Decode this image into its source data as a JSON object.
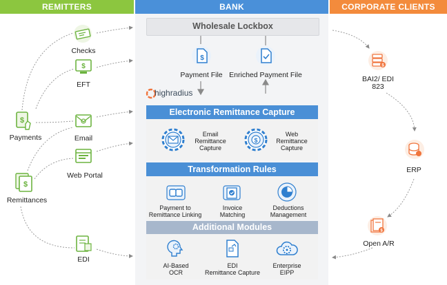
{
  "columns": {
    "remitters": "REMITTERS",
    "bank": "BANK",
    "corporate": "CORPORATE CLIENTS"
  },
  "colors": {
    "remitters": "#8cc63f",
    "bank": "#4a90d9",
    "corporate": "#f38b3c",
    "section_bar": "#4a8fd6",
    "section_bar_grey": "#a7b7cc",
    "icon_green": "#6cb33f",
    "icon_blue": "#2f7fcf",
    "icon_orange": "#f0743c"
  },
  "remitters": {
    "payments": "Payments",
    "remittances": "Remittances",
    "channels": {
      "checks": "Checks",
      "eft": "EFT",
      "email": "Email",
      "web_portal": "Web Portal",
      "edi": "EDI"
    }
  },
  "bank": {
    "lockbox": "Wholesale Lockbox",
    "payment_file": "Payment File",
    "enriched_payment_file": "Enriched Payment File",
    "brand": "highradius",
    "erc": {
      "title": "Electronic Remittance Capture",
      "items": [
        [
          "Email",
          "Remittance",
          "Capture"
        ],
        [
          "Web",
          "Remittance",
          "Capture"
        ]
      ]
    },
    "transformation": {
      "title": "Transformation Rules",
      "items": [
        [
          "Payment to",
          "Remittance Linking"
        ],
        [
          "Invoice",
          "Matching"
        ],
        [
          "Deductions",
          "Management"
        ]
      ]
    },
    "modules": {
      "title": "Additional Modules",
      "items": [
        [
          "AI-Based",
          "OCR"
        ],
        [
          "EDI",
          "Remittance Capture"
        ],
        [
          "Enterprise",
          "EIPP"
        ]
      ]
    }
  },
  "corporate": {
    "bai2": [
      "BAI2/ EDI",
      "823"
    ],
    "erp": "ERP",
    "open_ar": "Open A/R"
  },
  "icons": [
    "checks-icon",
    "eft-icon",
    "email-icon",
    "web-portal-icon",
    "edi-icon",
    "payments-icon",
    "remittances-icon",
    "document-dollar-icon",
    "document-check-icon",
    "gear-email-icon",
    "gear-web-icon",
    "link-icon",
    "invoice-match-icon",
    "pie-chart-icon",
    "ai-head-icon",
    "edi-document-icon",
    "cloud-gear-icon",
    "server-dollar-icon",
    "database-icon",
    "open-ar-icon"
  ]
}
